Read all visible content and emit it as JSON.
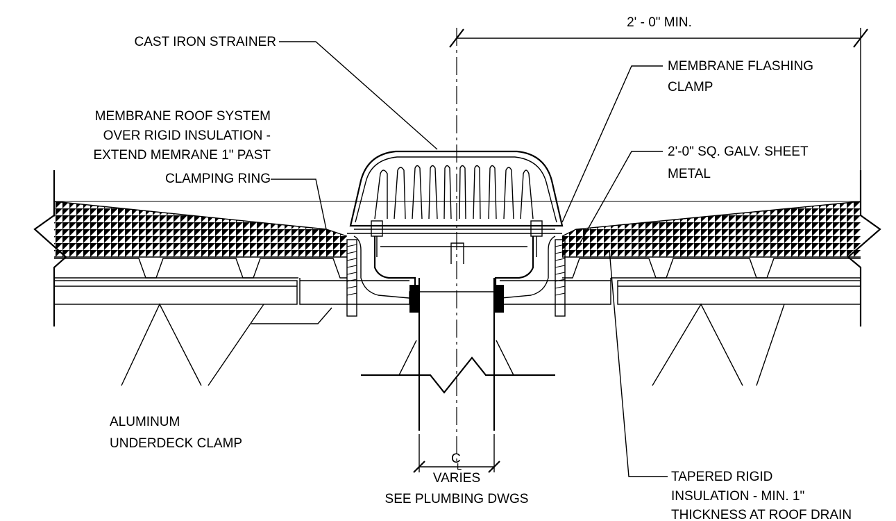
{
  "labels": {
    "strainer": "CAST IRON STRAINER",
    "dimension": "2' - 0\" MIN.",
    "membrane_line1": "MEMBRANE ROOF SYSTEM",
    "membrane_line2": "OVER RIGID INSULATION -",
    "membrane_line3": "EXTEND MEMRANE 1\" PAST",
    "membrane_line4": "CLAMPING RING",
    "flashing_line1": "MEMBRANE FLASHING",
    "flashing_line2": "CLAMP",
    "sheet_line1": "2'-0\" SQ. GALV. SHEET",
    "sheet_line2": "METAL",
    "alum_line1": "ALUMINUM",
    "alum_line2": "UNDERDECK CLAMP",
    "centerline": "C",
    "centerline_sub": "L",
    "varies": "VARIES",
    "plumbing": "SEE PLUMBING DWGS",
    "tapered_line1": "TAPERED RIGID",
    "tapered_line2": "INSULATION - MIN. 1\"",
    "tapered_line3": "THICKNESS AT ROOF DRAIN"
  }
}
